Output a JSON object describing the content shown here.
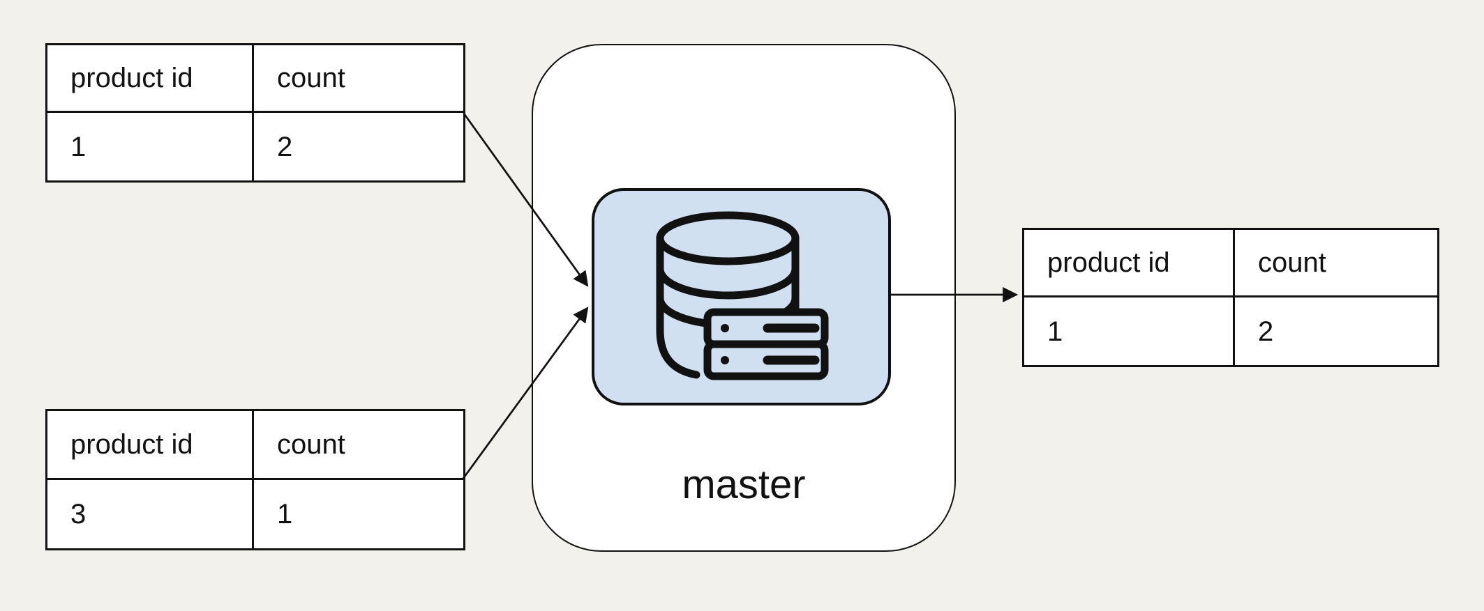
{
  "canvas": {
    "background_color": "#f2f1ec"
  },
  "master_node": {
    "label": "master",
    "icon": "database-server-icon",
    "colors": {
      "node_fill": "#ffffff",
      "icon_panel_fill": "#d0e0f0",
      "stroke": "#111111"
    }
  },
  "tables": {
    "input_top": {
      "headers": [
        "product id",
        "count"
      ],
      "rows": [
        [
          "1",
          "2"
        ]
      ]
    },
    "input_bottom": {
      "headers": [
        "product id",
        "count"
      ],
      "rows": [
        [
          "3",
          "1"
        ]
      ]
    },
    "output": {
      "headers": [
        "product id",
        "count"
      ],
      "rows": [
        [
          "1",
          "2"
        ]
      ]
    }
  },
  "arrows": [
    {
      "from": "input-top-table",
      "to": "master-node"
    },
    {
      "from": "input-bottom-table",
      "to": "master-node"
    },
    {
      "from": "master-node",
      "to": "output-table"
    }
  ]
}
